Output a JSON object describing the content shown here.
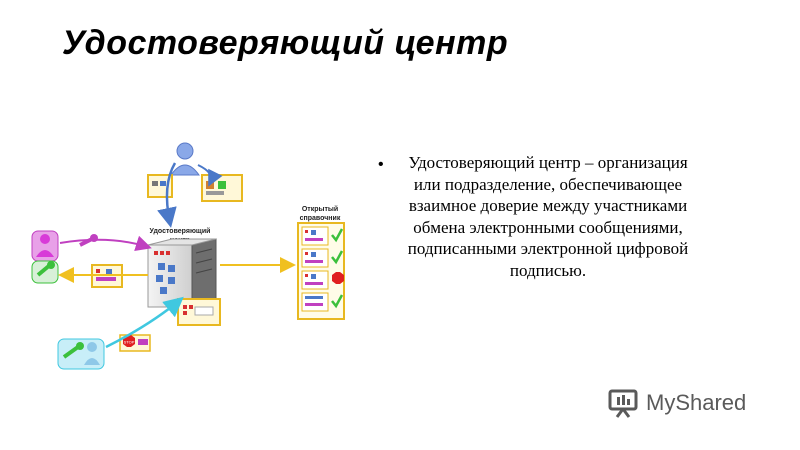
{
  "slide": {
    "title": "Удостоверяющий центр",
    "bullet": "Удостоверяющий центр – организация или подразделение, обеспечивающее взаимное доверие между участниками обмена электронными сообщениями, подписанными электронной цифровой подписью."
  },
  "diagram": {
    "ca_label_line1": "Удостоверяющий",
    "ca_label_line2": "центр",
    "directory_label_line1": "Открытый",
    "directory_label_line2": "справочник",
    "stop_label": "STOP"
  },
  "watermark": {
    "text": "MyShared",
    "icon": "myshared-logo-icon"
  },
  "colors": {
    "arrow_blue": "#4a78c8",
    "arrow_purple": "#c040c0",
    "arrow_yellow": "#f0c020",
    "arrow_cyan": "#40c8e0",
    "card_border": "#e8b820",
    "user_pink": "#d83ad8",
    "user_green": "#3cc03c"
  }
}
